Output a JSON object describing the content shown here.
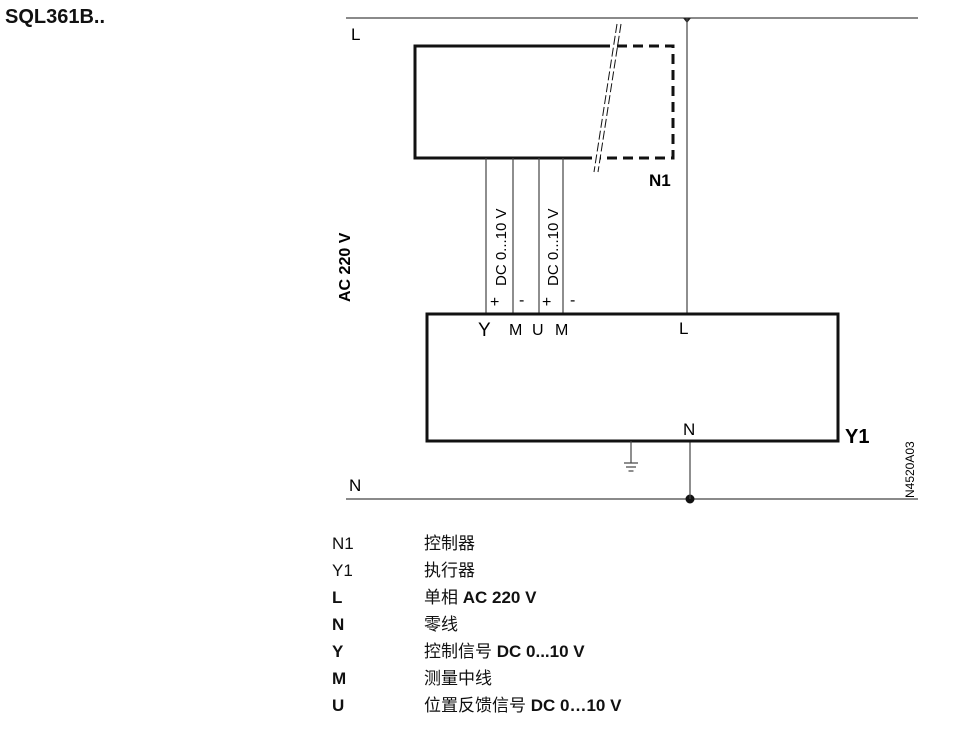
{
  "title": "SQL361B..",
  "diagram": {
    "line_L_label": "L",
    "line_N_label": "N",
    "supply_label": "AC 220 V",
    "controller_label": "N1",
    "actuator_label": "Y1",
    "signal_wire_labels": [
      "DC 0...10 V",
      "DC 0...10 V"
    ],
    "polarity": [
      "+",
      "-",
      "+",
      "-"
    ],
    "terminals": [
      "Y",
      "M",
      "U",
      "M",
      "L",
      "N"
    ],
    "drawing_code": "N4520A03"
  },
  "legend": [
    {
      "key": "N1",
      "key_bold": false,
      "text": "控制器",
      "bold": ""
    },
    {
      "key": "Y1",
      "key_bold": false,
      "text": "执行器",
      "bold": ""
    },
    {
      "key": "L",
      "key_bold": true,
      "text": "单相 ",
      "bold": "AC 220 V"
    },
    {
      "key": "N",
      "key_bold": true,
      "text": "零线",
      "bold": ""
    },
    {
      "key": "Y",
      "key_bold": true,
      "text": "控制信号 ",
      "bold": "DC 0...10 V"
    },
    {
      "key": "M",
      "key_bold": true,
      "text": "测量中线",
      "bold": ""
    },
    {
      "key": "U",
      "key_bold": true,
      "text": "位置反馈信号 ",
      "bold": "DC 0…10 V"
    }
  ]
}
